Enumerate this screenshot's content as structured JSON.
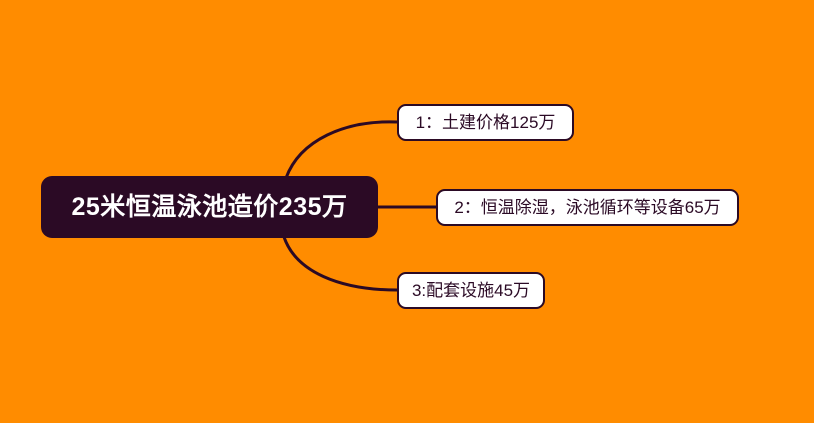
{
  "canvas": {
    "background_color": "#ff8c00",
    "node_fill_color": "#2b0a25",
    "branch_fill_color": "#ffffff",
    "connector_color": "#2b0a25"
  },
  "central_node": {
    "label": "25米恒温泳池造价235万"
  },
  "branches": [
    {
      "label": "1：土建价格125万"
    },
    {
      "label": "2：恒温除湿，泳池循环等设备65万"
    },
    {
      "label": "3:配套设施45万"
    }
  ]
}
